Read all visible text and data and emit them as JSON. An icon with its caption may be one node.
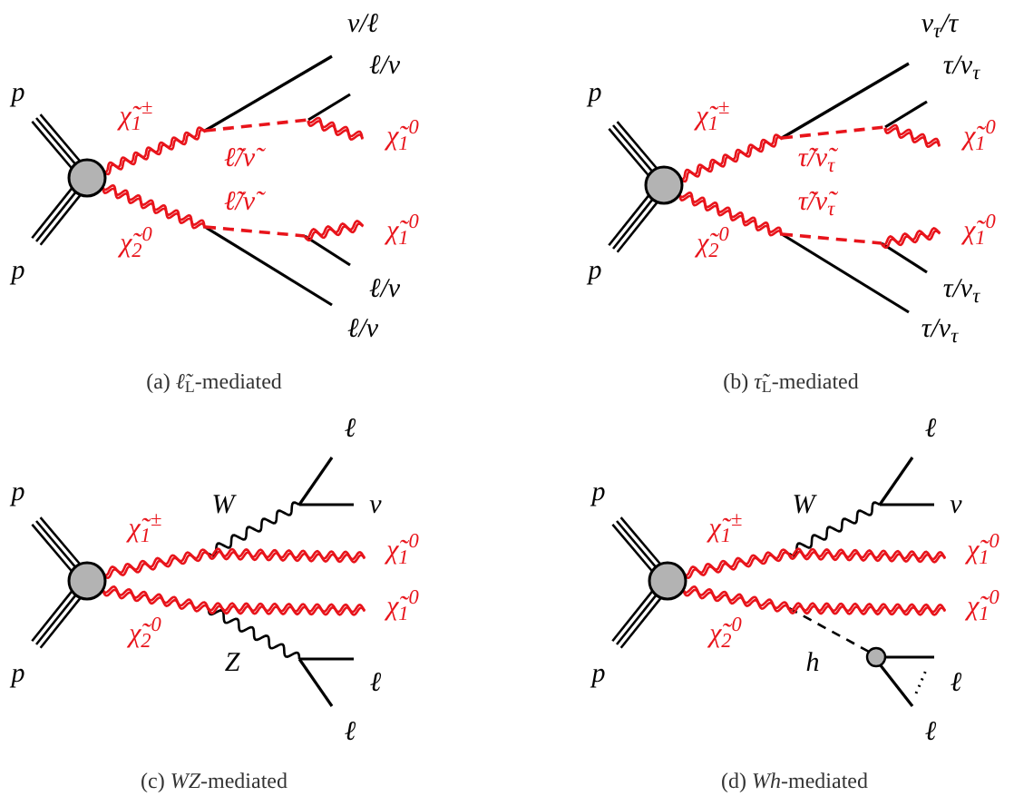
{
  "diagram": {
    "labels": [
      "ν/ℓ",
      "ℓ/ν",
      "p",
      "χ̃$_{1}$$^{±}$",
      "χ̃$_{1}$$^{0}$",
      "ℓ̃/ν̃",
      "ℓ̃/ν̃",
      "χ̃$_{1}$$^{0}$",
      "χ̃$_{2}$$^{0}$",
      "p",
      "ℓ/ν",
      "ℓ/ν",
      "(a) *ℓ̃*$_{L}$-mediated",
      "ν$_{τ}$/τ",
      "τ/ν$_{τ}$",
      "p",
      "χ̃$_{1}$$^{±}$",
      "χ̃$_{1}$$^{0}$",
      "τ̃/ν̃$_{τ}$",
      "τ̃/ν̃$_{τ}$",
      "χ̃$_{1}$$^{0}$",
      "χ̃$_{2}$$^{0}$",
      "p",
      "τ/ν$_{τ}$",
      "τ/ν$_{τ}$",
      "(b) *τ̃*$_{L}$-mediated",
      "ℓ",
      "p",
      "W",
      "ν",
      "χ̃$_{1}$$^{±}$",
      "χ̃$_{1}$$^{0}$",
      "χ̃$_{1}$$^{0}$",
      "χ̃$_{2}$$^{0}$",
      "Z",
      "p",
      "ℓ",
      "ℓ",
      "(c) *WZ*-mediated",
      "ℓ",
      "p",
      "W",
      "ν",
      "χ̃$_{1}$$^{±}$",
      "χ̃$_{1}$$^{0}$",
      "χ̃$_{1}$$^{0}$",
      "χ̃$_{2}$$^{0}$",
      "h",
      "p",
      "ℓ",
      "ℓ",
      "(d) *Wh*-mediated"
    ]
  }
}
